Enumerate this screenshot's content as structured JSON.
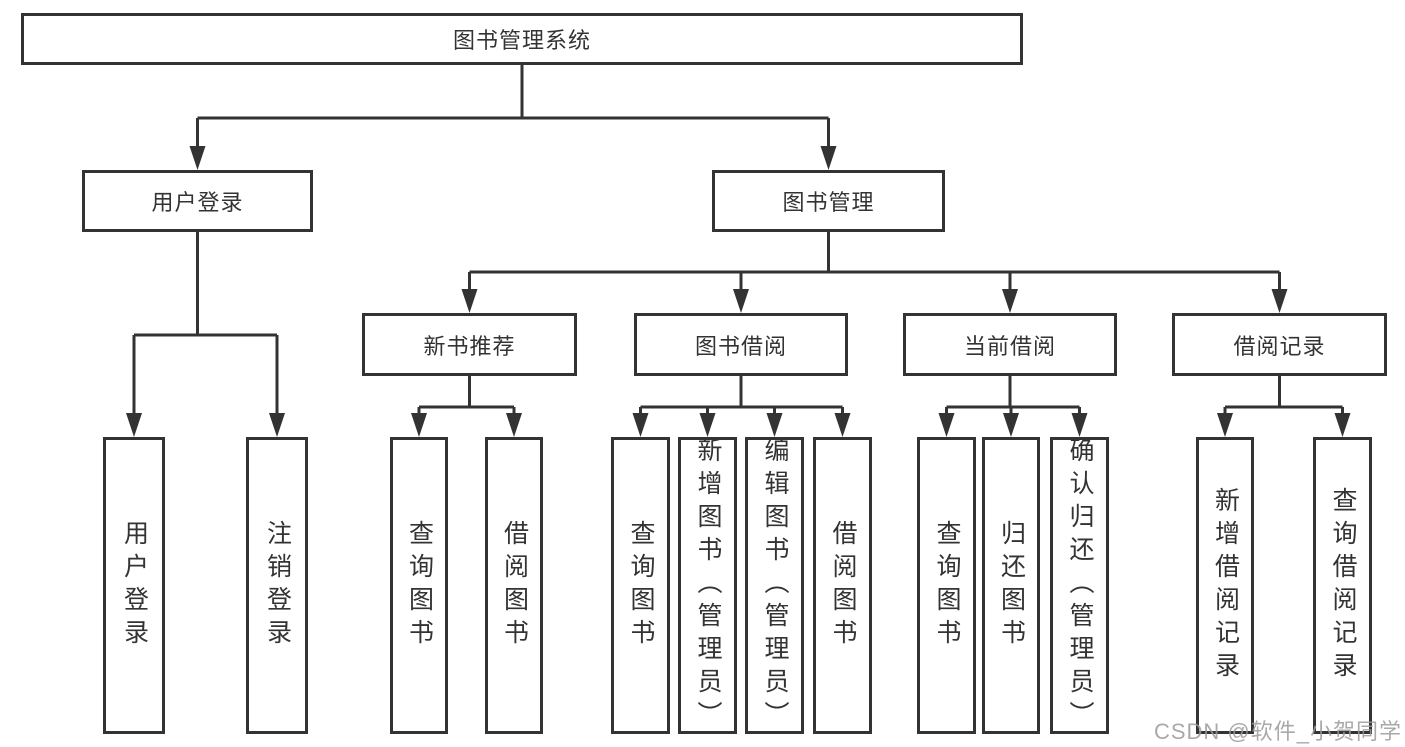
{
  "diagram": {
    "type": "functional-structure-tree",
    "colors": {
      "line": "#333333",
      "box_border": "#333333",
      "text": "#333333",
      "background": "#ffffff",
      "watermark": "#9a9a9a"
    }
  },
  "tree": {
    "label": "图书管理系统",
    "children": [
      {
        "label": "用户登录",
        "children": [
          {
            "label": "用户登录"
          },
          {
            "label": "注销登录"
          }
        ]
      },
      {
        "label": "图书管理",
        "children": [
          {
            "label": "新书推荐",
            "children": [
              {
                "label": "查询图书"
              },
              {
                "label": "借阅图书"
              }
            ]
          },
          {
            "label": "图书借阅",
            "children": [
              {
                "label": "查询图书"
              },
              {
                "label": "新增图书（管理员）"
              },
              {
                "label": "编辑图书（管理员）"
              },
              {
                "label": "借阅图书"
              }
            ]
          },
          {
            "label": "当前借阅",
            "children": [
              {
                "label": "查询图书"
              },
              {
                "label": "归还图书"
              },
              {
                "label": "确认归还（管理员）"
              }
            ]
          },
          {
            "label": "借阅记录",
            "children": [
              {
                "label": "新增借阅记录"
              },
              {
                "label": "查询借阅记录"
              }
            ]
          }
        ]
      }
    ]
  },
  "watermark": {
    "text": "CSDN @软件_小贺同学"
  }
}
